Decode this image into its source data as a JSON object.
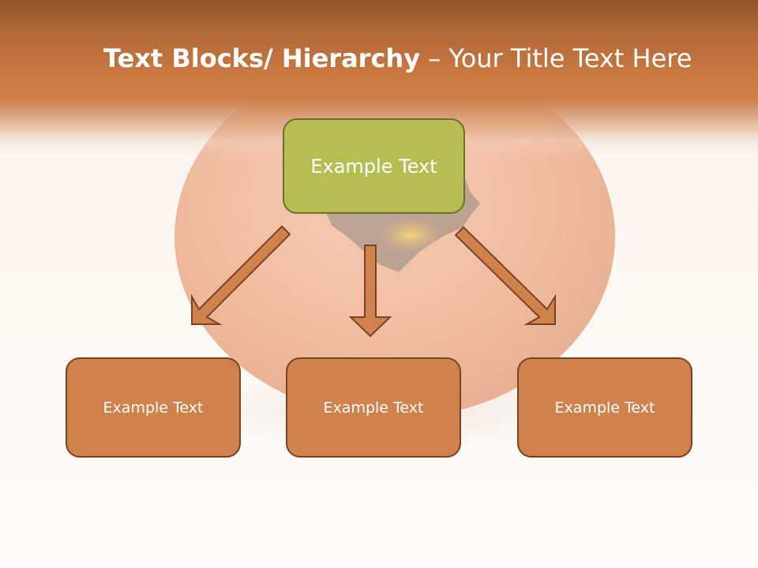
{
  "slide": {
    "title_bold": "Text Blocks/ Hierarchy",
    "title_regular": " – Your Title Text Here"
  },
  "diagram": {
    "top_box": {
      "label": "Example Text",
      "color": "#b6bd52",
      "border_color": "#6e6f2b"
    },
    "children": [
      {
        "label": "Example Text",
        "color": "#d0824d"
      },
      {
        "label": "Example Text",
        "color": "#d0824d"
      },
      {
        "label": "Example Text",
        "color": "#d0824d"
      }
    ],
    "arrow_color": "#d0824d",
    "arrow_border_color": "#7a4421"
  },
  "background": {
    "image_subject": "cracked-brown-egg",
    "header_color": "#c97840"
  }
}
